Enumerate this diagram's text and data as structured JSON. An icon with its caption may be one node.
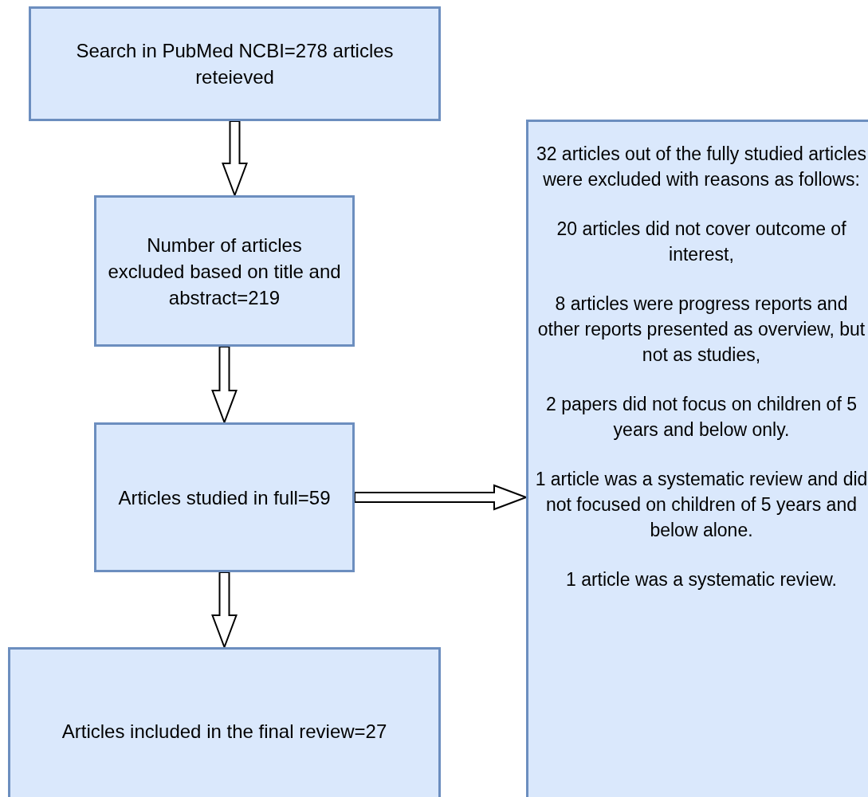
{
  "diagram": {
    "nodes": [
      {
        "text": [
          "Search in PubMed NCBI=278 articles reteieved"
        ]
      },
      {
        "text": [
          "Number of articles excluded based on title and abstract=219"
        ]
      },
      {
        "text": [
          "Articles studied in full=59"
        ]
      },
      {
        "text": [
          "Articles included in the final review=27"
        ]
      },
      {
        "text": [
          "32 articles out of the  fully studied articles were excluded with reasons as follows:",
          "20 articles did not cover outcome of interest,",
          "8 articles were progress reports and other reports presented as overview, but not as studies,",
          "2 papers did not focus on children of 5 years and below only.",
          "1 article was a systematic review and did not focused on children of 5 years and below alone.",
          "1 article was a systematic review."
        ]
      }
    ],
    "edges": [
      {
        "from": 0,
        "to": 1,
        "arrow": "to"
      },
      {
        "from": 1,
        "to": 2,
        "arrow": "to"
      },
      {
        "from": 2,
        "to": 4,
        "arrow": "to"
      },
      {
        "from": 2,
        "to": 3,
        "arrow": "to"
      }
    ]
  }
}
